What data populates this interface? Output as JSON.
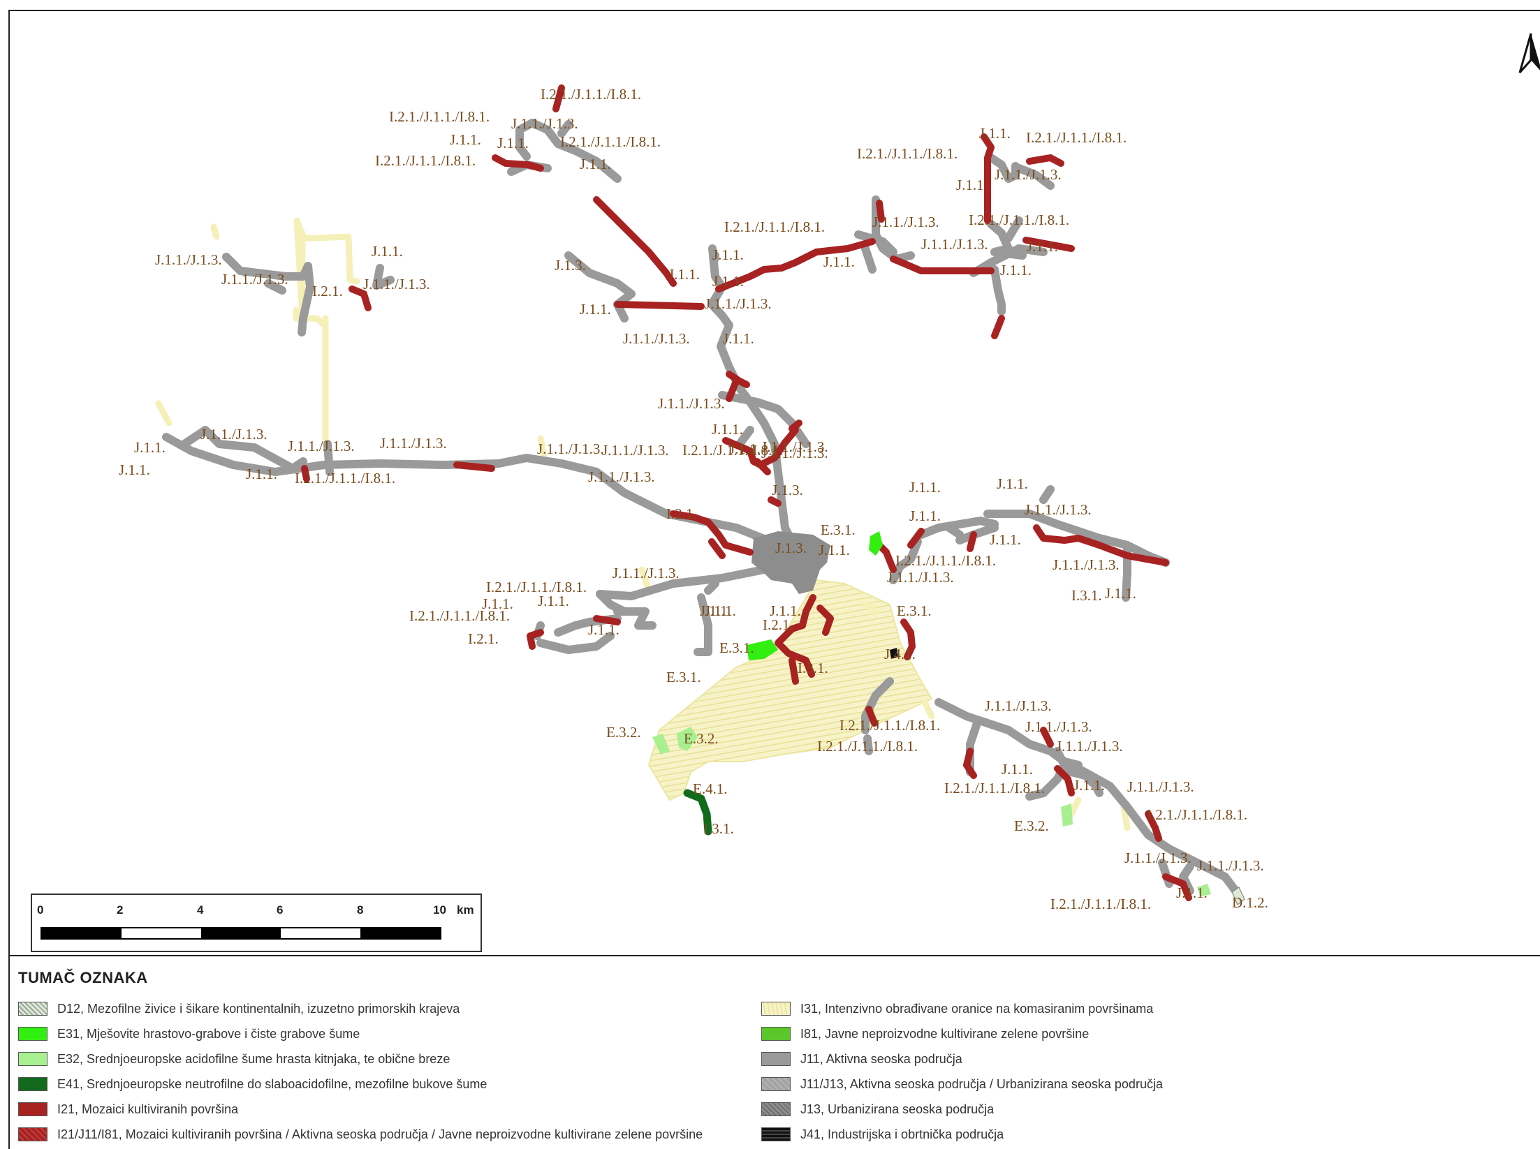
{
  "map": {
    "north_arrow": "north-arrow-icon",
    "colors": {
      "J11": "#9a9a9a",
      "I21": "#a82222",
      "I31": "#f4f0b8",
      "E31": "#33ee11",
      "E32": "#a7ef8f",
      "E41": "#126b1d",
      "I81": "#5bc72a",
      "J41": "#111111",
      "D12": "#dde8d6"
    },
    "labels": [
      "I.2.1./J.1.1./I.8.1.",
      "I.2.1./J.1.1./I.8.1.",
      "J.1.1./J.1.3.",
      "J.1.1.",
      "J.1.1.",
      "I.2.1./J.1.1./I.8.1.",
      "I.2.1./J.1.1./I.8.1.",
      "J.1.1.",
      "J.1.1.",
      "I.2.1./J.1.1./I.8.1.",
      "I.2.1./J.1.1./I.8.1.",
      "J.1.1./J.1.3.",
      "J.1.1.",
      "I.2.1./J.1.1./I.8.1.",
      "J.1.1./J.1.3.",
      "I.2.1./J.1.1./I.8.1.",
      "J.1.1./J.1.3.",
      "J.1.1.",
      "J.1.1.",
      "J.1.1.",
      "J.1.3.",
      "J.1.1.",
      "J.1.1.",
      "J.1.1.",
      "J.1.1./J.1.3.",
      "J.1.1.",
      "J.1.1./J.1.3.",
      "J.1.1./J.1.3.",
      "J.1.1.",
      "I.2.1.",
      "J.1.1./J.1.3.",
      "J.1.1./J.1.3.",
      "J.1.1.",
      "J.1.1./J.1.3.",
      "J.1.1./J.1.3.",
      "J.1.1.",
      "J.1.1.",
      "J.1.1./J.1.3.",
      "J.1.1.",
      "J.1.1.",
      "J.1.1./J.1.3.",
      "J.1.1./J.1.3.",
      "J.1.1.",
      "J.1.1./J.1.3.",
      "J.1.1./J.1.3.",
      "J.1.1.",
      "J.1.1./J.1.3.",
      "I.2.1./J.1.1./I.8.1.",
      "I.2.1./J.1.1./I.8.1.",
      "J.1.1./J.1.3.",
      "J.1.3.",
      "I.2.1.",
      "E.3.1.",
      "J.1.1.",
      "J.1.1.",
      "J.1.1.",
      "J.1.1./J.1.3.",
      "J.1.3.",
      "J.1.1.",
      "J.1.1.",
      "I.2.1./J.1.1./I.8.1.",
      "J.1.1./J.1.3.",
      "J.1.1./J.1.3.",
      "I.3.1.",
      "J.1.1.",
      "I.2.1./J.1.1./I.8.1.",
      "J.1.1./J.1.3.",
      "J.1.1.",
      "J.1.1.",
      "J.1.1.",
      "I.2.1./J.1.1./I.8.1.",
      "J.1.1.",
      "J.1.1.",
      "J.1.1.",
      "I.2.1.",
      "E.3.1.",
      "I.2.1.",
      "E.3.1.",
      "J.4.1.",
      "I.3.1.",
      "E.3.1.",
      "E.3.2.",
      "E.3.2.",
      "E.4.1.",
      "I.3.1.",
      "I.2.1./J.1.1./I.8.1.",
      "I.2.1./J.1.1./I.8.1.",
      "J.1.1./J.1.3.",
      "J.1.1./J.1.3.",
      "J.1.1./J.1.3.",
      "J.1.1.",
      "I.2.1./J.1.1./I.8.1.",
      "J.1.1.",
      "J.1.1./J.1.3.",
      "I.2.1./J.1.1./I.8.1.",
      "E.3.2.",
      "J.1.1./J.1.3.",
      "J.1.1./J.1.3.",
      "J.1.1.",
      "I.2.1./J.1.1./I.8.1.",
      "D.1.2."
    ]
  },
  "scale": {
    "ticks": [
      "0",
      "2",
      "4",
      "6",
      "8",
      "10"
    ],
    "unit": "km"
  },
  "legend": {
    "title": "TUMAČ OZNAKA",
    "items_left": [
      {
        "code": "D12",
        "text": "D12, Mezofilne živice i šikare kontinentalnih, izuzetno primorskih krajeva",
        "color": "#dde8d6"
      },
      {
        "code": "E31",
        "text": "E31, Mješovite hrastovo-grabove i čiste grabove šume",
        "color": "#33ee11"
      },
      {
        "code": "E32",
        "text": "E32, Srednjoeuropske acidofilne šume hrasta kitnjaka, te obične breze",
        "color": "#a7ef8f"
      },
      {
        "code": "E41",
        "text": "E41, Srednjoeuropske neutrofilne do slaboacidofilne, mezofilne bukove šume",
        "color": "#126b1d"
      },
      {
        "code": "I21",
        "text": "I21, Mozaici kultiviranih površina",
        "color": "#a82222"
      },
      {
        "code": "I21/J11/I81",
        "text": "I21/J11/I81, Mozaici kultiviranih površina / Aktivna seoska područja / Javne neproizvodne kultivirane zelene površine",
        "color": "#a82222"
      }
    ],
    "items_right": [
      {
        "code": "I31",
        "text": "I31, Intenzivno obrađivane oranice na komasiranim površinama",
        "color": "#f4f0b8"
      },
      {
        "code": "I81",
        "text": "I81, Javne neproizvodne kultivirane zelene površine",
        "color": "#5bc72a"
      },
      {
        "code": "J11",
        "text": "J11, Aktivna seoska područja",
        "color": "#9a9a9a"
      },
      {
        "code": "J11/J13",
        "text": "J11/J13, Aktivna seoska područja / Urbanizirana seoska područja",
        "color": "#a3a3a3"
      },
      {
        "code": "J13",
        "text": "J13, Urbanizirana seoska područja",
        "color": "#8d8d8d"
      },
      {
        "code": "J41",
        "text": "J41, Industrijska i obrtnička područja",
        "color": "#111111"
      }
    ]
  }
}
